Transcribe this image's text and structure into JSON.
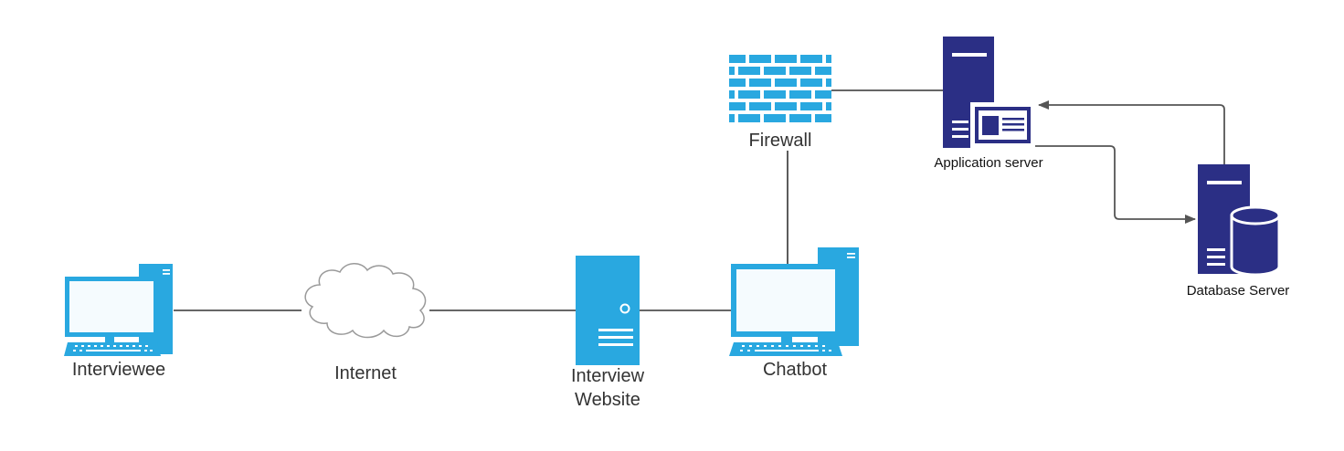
{
  "nodes": {
    "interviewee": {
      "label": "Interviewee"
    },
    "internet": {
      "label": "Internet"
    },
    "interview_website": {
      "label_line1": "Interview",
      "label_line2": "Website"
    },
    "chatbot": {
      "label": "Chatbot"
    },
    "firewall": {
      "label": "Firewall"
    },
    "application_server": {
      "label": "Application server"
    },
    "database_server": {
      "label": "Database Server"
    }
  },
  "colors": {
    "light_blue": "#29a8e0",
    "navy": "#2b2f85",
    "screen": "#f5fbfe",
    "line": "#333333",
    "arrow": "#555555"
  }
}
